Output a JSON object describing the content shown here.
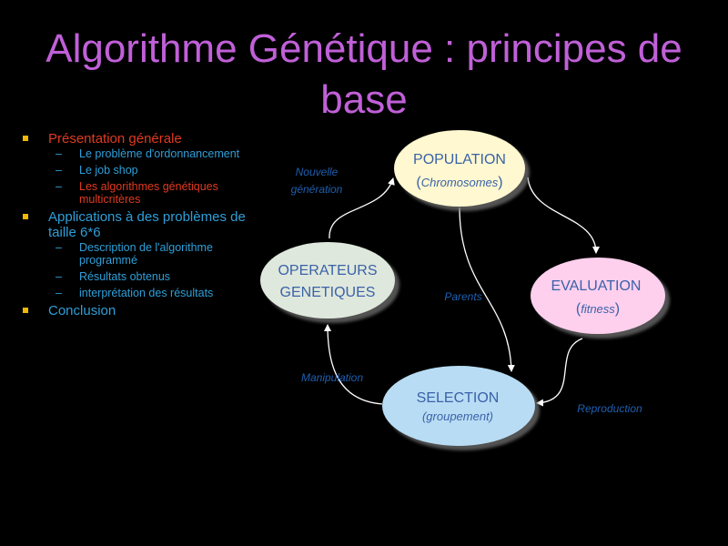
{
  "slide": {
    "title": "Algorithme Génétique : principes de base",
    "outline": [
      {
        "label": "Présentation générale",
        "color": "red",
        "children": [
          {
            "label": "Le problème d'ordonnancement",
            "color": "blue"
          },
          {
            "label": "Le job shop",
            "color": "blue"
          },
          {
            "label": "Les algorithmes génétiques multicritères",
            "color": "red"
          }
        ]
      },
      {
        "label": "Applications à des problèmes de taille 6*6",
        "color": "blue",
        "children": [
          {
            "label": "Description de l'algorithme programmé",
            "color": "blue"
          },
          {
            "label": "Résultats obtenus",
            "color": "blue"
          },
          {
            "label": "interprétation des résultats",
            "color": "blue"
          }
        ]
      },
      {
        "label": "Conclusion",
        "color": "blue",
        "children": []
      }
    ]
  },
  "diagram": {
    "nodes": {
      "population": {
        "title": "POPULATION",
        "sub_open": "(",
        "sub_text": "Chromosomes",
        "sub_close": ")"
      },
      "evaluation": {
        "title": "EVALUATION",
        "sub_open": "(",
        "sub_text": "fitness",
        "sub_close": ")"
      },
      "selection": {
        "title": "SELECTION",
        "sub": "(groupement)"
      },
      "operateurs": {
        "title1": "OPERATEURS",
        "title2": "GENETIQUES"
      }
    },
    "edge_labels": {
      "nouvelle": "Nouvelle",
      "generation": "génération",
      "parents": "Parents",
      "manipulation": "Manipulation",
      "reproduction": "Reproduction"
    }
  },
  "colors": {
    "title": "#c060d8",
    "bullet": "#f0b800",
    "blue_text": "#2f9fd8",
    "red_text": "#e03a20",
    "population_fill": "#fff8d0",
    "evaluation_fill": "#ffd0ee",
    "selection_fill": "#b8dcf4",
    "operateurs_fill": "#dfe8dc",
    "edge_label": "#1e5fb0"
  }
}
